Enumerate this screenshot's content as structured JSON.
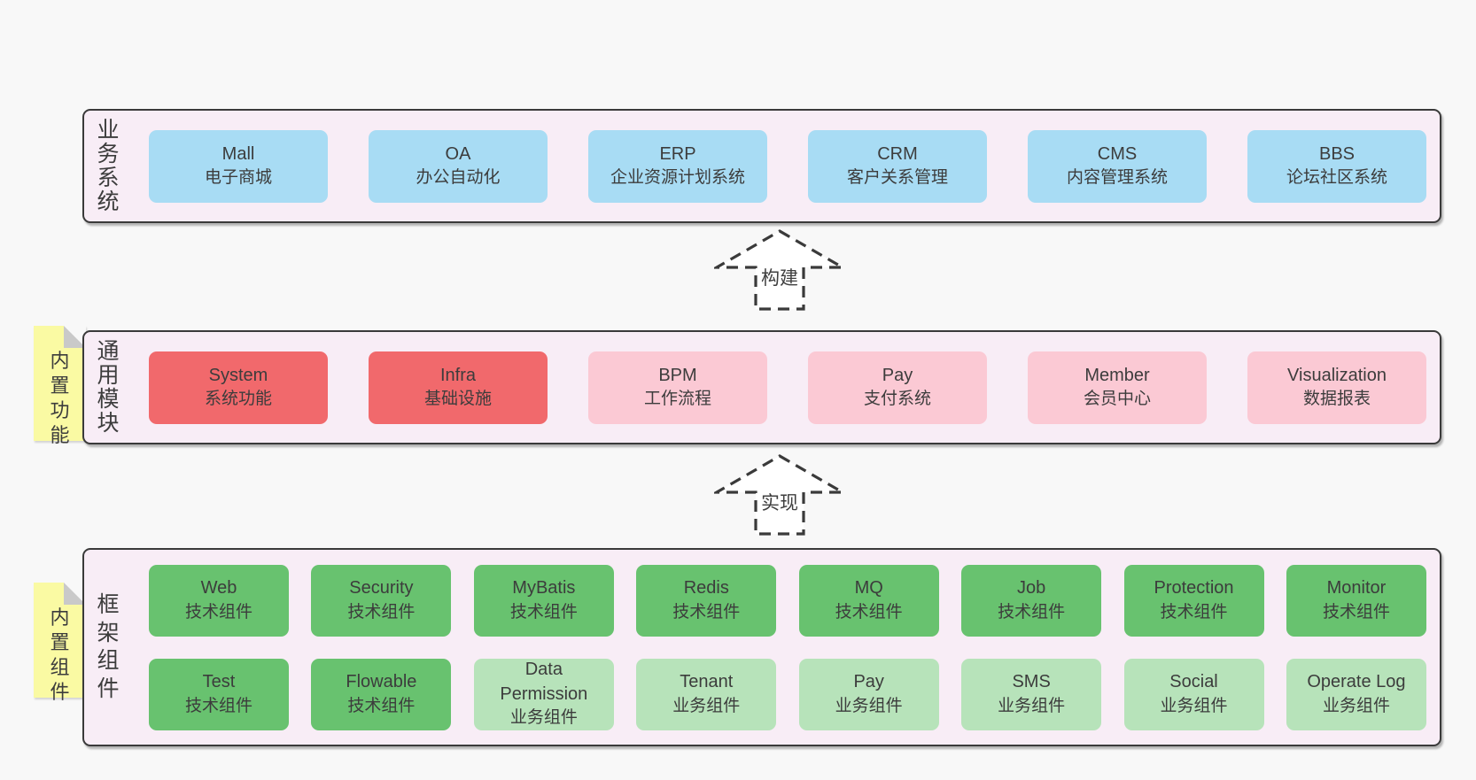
{
  "colors": {
    "page_bg": "#f8f8f8",
    "panel_bg": "#f8edf6",
    "panel_border": "#3a3a3a",
    "box_blue": "#a8dcf4",
    "box_red": "#f1696c",
    "box_pink": "#fbc9d4",
    "box_green": "#68c26f",
    "box_green_light": "#b7e3ba",
    "note_yellow": "#fafaa3",
    "note_fold": "#c9c9c9",
    "text": "#3c3c3c"
  },
  "panels": {
    "business": {
      "label": "业务系统",
      "boxes": [
        {
          "en": "Mall",
          "zh": "电子商城",
          "variant": "blue"
        },
        {
          "en": "OA",
          "zh": "办公自动化",
          "variant": "blue"
        },
        {
          "en": "ERP",
          "zh": "企业资源计划系统",
          "variant": "blue"
        },
        {
          "en": "CRM",
          "zh": "客户关系管理",
          "variant": "blue"
        },
        {
          "en": "CMS",
          "zh": "内容管理系统",
          "variant": "blue"
        },
        {
          "en": "BBS",
          "zh": "论坛社区系统",
          "variant": "blue"
        }
      ]
    },
    "modules": {
      "label": "通用模块",
      "note": "内置功能",
      "boxes": [
        {
          "en": "System",
          "zh": "系统功能",
          "variant": "red"
        },
        {
          "en": "Infra",
          "zh": "基础设施",
          "variant": "red"
        },
        {
          "en": "BPM",
          "zh": "工作流程",
          "variant": "pink"
        },
        {
          "en": "Pay",
          "zh": "支付系统",
          "variant": "pink"
        },
        {
          "en": "Member",
          "zh": "会员中心",
          "variant": "pink"
        },
        {
          "en": "Visualization",
          "zh": "数据报表",
          "variant": "pink"
        }
      ]
    },
    "components": {
      "label": "框架组件",
      "note": "内置组件",
      "row1": [
        {
          "en": "Web",
          "zh": "技术组件",
          "variant": "green"
        },
        {
          "en": "Security",
          "zh": "技术组件",
          "variant": "green"
        },
        {
          "en": "MyBatis",
          "zh": "技术组件",
          "variant": "green"
        },
        {
          "en": "Redis",
          "zh": "技术组件",
          "variant": "green"
        },
        {
          "en": "MQ",
          "zh": "技术组件",
          "variant": "green"
        },
        {
          "en": "Job",
          "zh": "技术组件",
          "variant": "green"
        },
        {
          "en": "Protection",
          "zh": "技术组件",
          "variant": "green"
        },
        {
          "en": "Monitor",
          "zh": "技术组件",
          "variant": "green"
        }
      ],
      "row2": [
        {
          "en": "Test",
          "zh": "技术组件",
          "variant": "green"
        },
        {
          "en": "Flowable",
          "zh": "技术组件",
          "variant": "green"
        },
        {
          "en": "Data Permission",
          "zh": "业务组件",
          "variant": "green_light"
        },
        {
          "en": "Tenant",
          "zh": "业务组件",
          "variant": "green_light"
        },
        {
          "en": "Pay",
          "zh": "业务组件",
          "variant": "green_light"
        },
        {
          "en": "SMS",
          "zh": "业务组件",
          "variant": "green_light"
        },
        {
          "en": "Social",
          "zh": "业务组件",
          "variant": "green_light"
        },
        {
          "en": "Operate Log",
          "zh": "业务组件",
          "variant": "green_light"
        }
      ]
    }
  },
  "arrows": [
    {
      "label": "构建"
    },
    {
      "label": "实现"
    }
  ]
}
